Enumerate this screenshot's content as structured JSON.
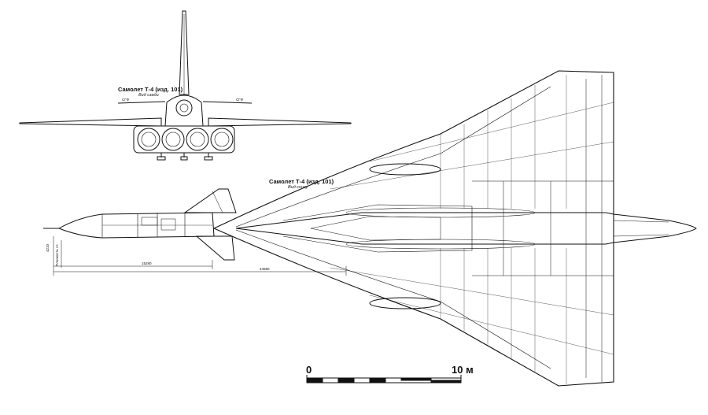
{
  "front_view": {
    "title": "Самолет Т-4 (изд. 101)",
    "subtitle": "Вид сзади",
    "left_tag": "СГФ",
    "right_tag": "СГФ"
  },
  "plan_view": {
    "title": "Самолет Т-4 (изд. 101)",
    "subtitle": "Вид снизу"
  },
  "side_view": {
    "dim_1": "15280",
    "dim_2": "44680",
    "dim_vertical": "Плоскость ст.",
    "dim_small": "4210"
  },
  "scale_bar": {
    "start_label": "0",
    "end_label": "10 м"
  }
}
